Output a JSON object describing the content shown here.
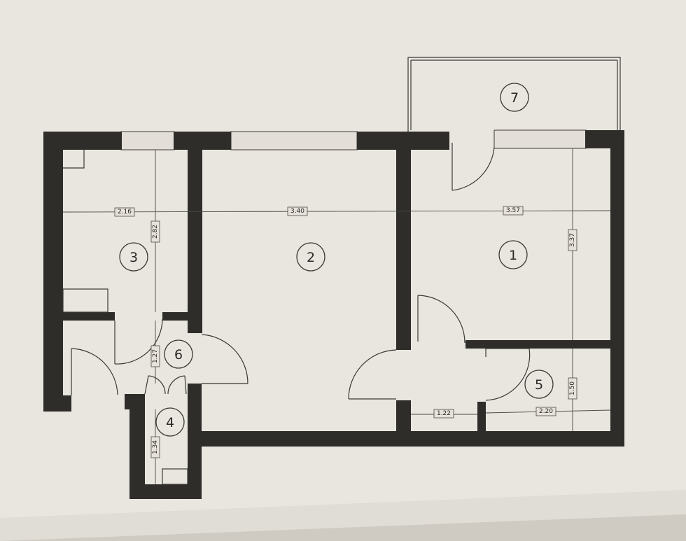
{
  "colors": {
    "paper": "#e9e6e0",
    "wall": "#2f2d2a",
    "line": "#3a3835"
  },
  "rooms": [
    {
      "id": "1",
      "label": "1"
    },
    {
      "id": "2",
      "label": "2"
    },
    {
      "id": "3",
      "label": "3"
    },
    {
      "id": "4",
      "label": "4"
    },
    {
      "id": "5",
      "label": "5"
    },
    {
      "id": "6",
      "label": "6"
    },
    {
      "id": "7",
      "label": "7"
    }
  ],
  "dimensions": {
    "room3_width": "2.16",
    "room3_depth": "2.82",
    "room2_width": "3.40",
    "room1_width": "3.57",
    "room1_depth": "3.37",
    "room6_depth": "1.27",
    "room4_depth": "1.34",
    "corridor_width": "1.22",
    "room5_width": "2.20",
    "room5_depth": "1.50"
  }
}
